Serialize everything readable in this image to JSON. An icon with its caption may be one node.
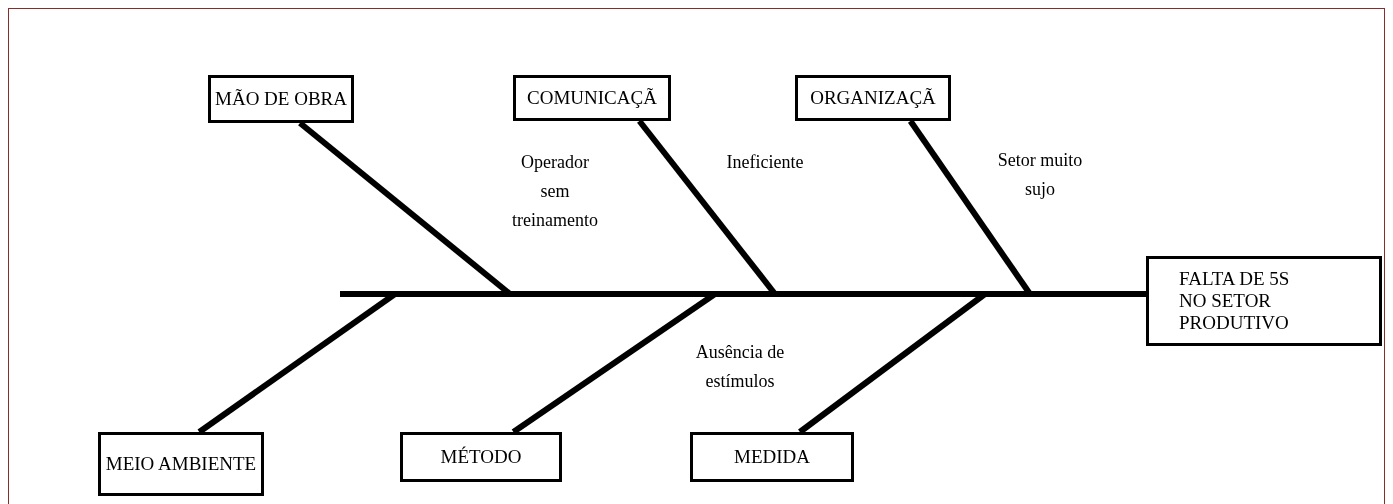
{
  "diagram": {
    "nodes": [
      {
        "text": [
          "MÃO DE OBRA"
        ]
      },
      {
        "text": [
          "COMUNICAÇÃ"
        ]
      },
      {
        "text": [
          "ORGANIZAÇÃ"
        ]
      },
      {
        "text": [
          "FALTA DE 5S NO SETOR PRODUTIVO"
        ]
      },
      {
        "text": [
          "MEIO AMBIENTE"
        ]
      },
      {
        "text": [
          "MÉTODO"
        ]
      },
      {
        "text": [
          "MEDIDA"
        ]
      }
    ],
    "edges": [
      {
        "from": 0,
        "to": null,
        "arrow": "none"
      },
      {
        "from": 1,
        "to": null,
        "arrow": "none"
      },
      {
        "from": 2,
        "to": null,
        "arrow": "none"
      },
      {
        "from": null,
        "to": 3,
        "arrow": "none"
      },
      {
        "from": 4,
        "to": null,
        "arrow": "none"
      },
      {
        "from": 5,
        "to": null,
        "arrow": "none"
      },
      {
        "from": 6,
        "to": null,
        "arrow": "none"
      }
    ],
    "labels": [
      "Operador sem treinamento",
      "Ineficiente",
      "Setor muito sujo",
      "Ausência de estímulos"
    ]
  }
}
